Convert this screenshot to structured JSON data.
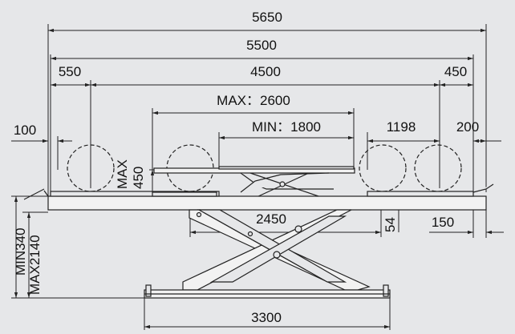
{
  "dimensions": {
    "overall_5650": "5650",
    "overall_5500": "5500",
    "left_550": "550",
    "center_4500": "4500",
    "right_450": "450",
    "max_2600": "MAX：2600",
    "min_1800": "MIN：1800",
    "left_100": "100",
    "right_1198": "1198",
    "right_200": "200",
    "max_label": "MAX",
    "max_450": "450",
    "mid_2450": "2450",
    "height_54": "54",
    "right_150": "150",
    "min_340": "MIN340",
    "max_2140": "MAX2140",
    "base_3300": "3300"
  },
  "colors": {
    "background": "#e6e7e9",
    "line": "#222222"
  }
}
